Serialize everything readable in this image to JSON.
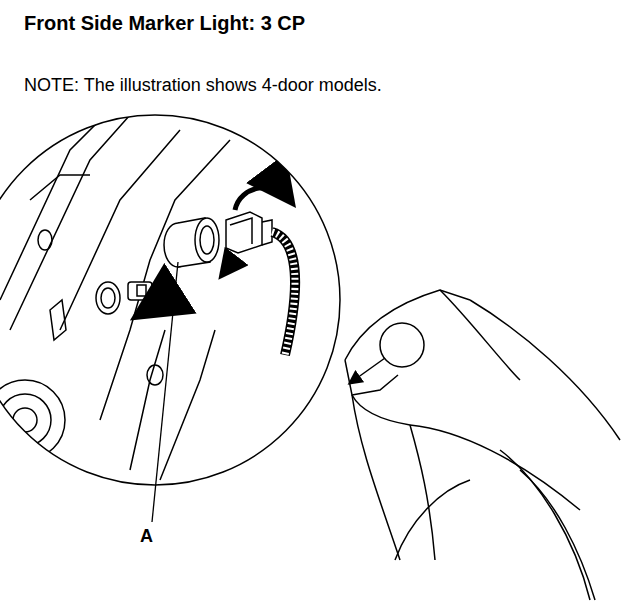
{
  "diagram": {
    "title": "Front Side Marker Light:  3 CP",
    "labels": [
      "NOTE: The illustration shows 4-door models.",
      "A"
    ]
  }
}
